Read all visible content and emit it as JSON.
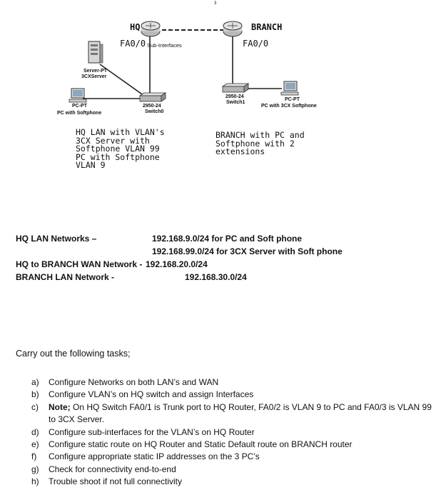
{
  "diagram": {
    "hq_router": "HQ",
    "branch_router": "BRANCH",
    "hq_router_port": "FA0/0",
    "branch_router_port": "FA0/0",
    "sub_interfaces_label": "Sub-Interfaces",
    "server_label_1": "Server-PT",
    "server_label_2": "3CXServer",
    "hq_pc_label_1": "PC-PT",
    "hq_pc_label_2": "PC with Softphone",
    "hq_switch_label_1": "2950-24",
    "hq_switch_label_2": "Switch0",
    "branch_switch_label_1": "2950-24",
    "branch_switch_label_2": "Switch1",
    "branch_pc_label_1": "PC-PT",
    "branch_pc_label_2": "PC with 3CX Softphone",
    "top_marker": "3",
    "hq_desc": "HQ LAN with VLAN's\n3CX Server with\nSoftphone VLAN 99\nPC with Softphone\nVLAN 9",
    "branch_desc": "BRANCH with PC and\nSoftphone with 2\nextensions"
  },
  "networks": [
    {
      "label": "HQ LAN Networks –",
      "value": "192.168.9.0/24 for PC and Soft phone"
    },
    {
      "label": "",
      "value": "192.168.99.0/24 for 3CX Server with Soft phone"
    },
    {
      "label": "HQ to BRANCH WAN Network -",
      "value": "192.168.20.0/24"
    },
    {
      "label": "BRANCH LAN Network -",
      "value": "192.168.30.0/24"
    }
  ],
  "tasks_intro": "Carry out the following tasks;",
  "tasks": [
    {
      "letter": "a)",
      "text": "Configure Networks on both LAN’s and WAN"
    },
    {
      "letter": "b)",
      "text": "Configure VLAN’s on HQ switch and assign Interfaces"
    },
    {
      "letter": "c)",
      "bold": "Note;",
      "text": " On HQ Switch FA0/1 is Trunk port to HQ Router, FA0/2 is VLAN 9 to PC and FA0/3 is VLAN 99 to 3CX Server."
    },
    {
      "letter": "d)",
      "text": "Configure sub-interfaces for the VLAN’s on HQ Router"
    },
    {
      "letter": "e)",
      "text": "Configure static route on HQ Router and Static Default route on BRANCH router"
    },
    {
      "letter": "f)",
      "text": "Configure appropriate static IP addresses on the 3 PC’s"
    },
    {
      "letter": "g)",
      "text": "Check for connectivity end-to-end"
    },
    {
      "letter": "h)",
      "text": "Trouble shoot if not full connectivity"
    }
  ]
}
